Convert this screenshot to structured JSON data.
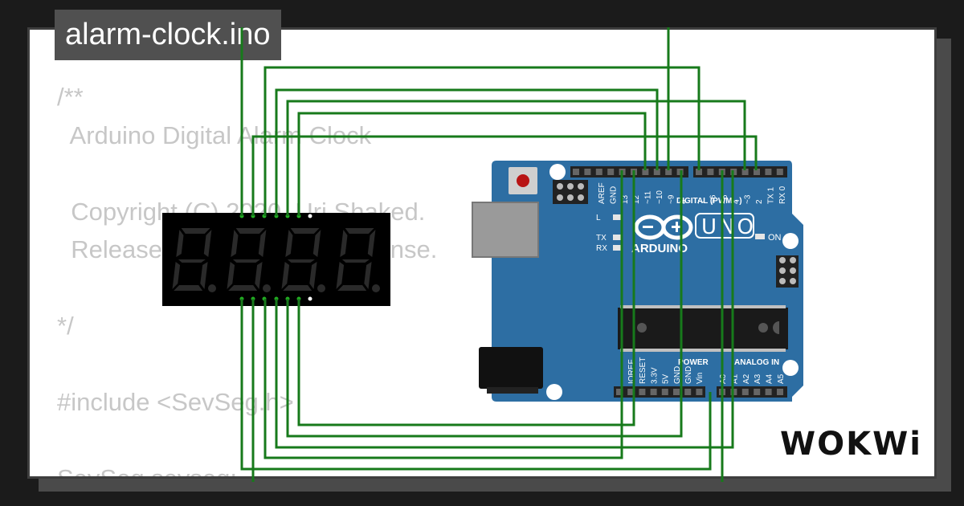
{
  "project": {
    "filename": "alarm-clock.ino"
  },
  "code_lines": [
    "/**",
    "  Arduino Digital Alarm Clock",
    "",
    "  Copyright (C) 2020, Uri Shaked.",
    "  Released under the MIT License.",
    "",
    "*/",
    "",
    "#include <SevSeg.h>",
    "",
    "SevSeg sevseg;"
  ],
  "arduino": {
    "brand": "ARDUINO",
    "model": "UNO",
    "on_label": "ON",
    "digital_label": "DIGITAL (PWM ~)",
    "power_label": "POWER",
    "analog_label": "ANALOG IN",
    "led_labels": [
      "L",
      "TX",
      "RX"
    ],
    "left_header_labels": [
      "AREF",
      "GND",
      "13",
      "12",
      "~11",
      "~10",
      "~9",
      "8"
    ],
    "right_header_labels": [
      "7",
      "~6",
      "~5",
      "4",
      "~3",
      "2",
      "TX 1",
      "RX 0"
    ],
    "power_pin_labels": [
      "IOREF",
      "RESET",
      "3.3V",
      "5V",
      "GND",
      "GND",
      "Vin"
    ],
    "analog_pin_labels": [
      "A0",
      "A1",
      "A2",
      "A3",
      "A4",
      "A5"
    ]
  },
  "display": {
    "digits": 4
  },
  "watermark": "WOKWi",
  "colors": {
    "background": "#1b1b1b",
    "panel": "#ffffff",
    "code_text": "#c7c7c7",
    "tab_bg": "#505050",
    "board": "#2d6ea3",
    "wire": "#177a1b",
    "display_bg": "#000000",
    "segment": "#2a2a2a"
  }
}
